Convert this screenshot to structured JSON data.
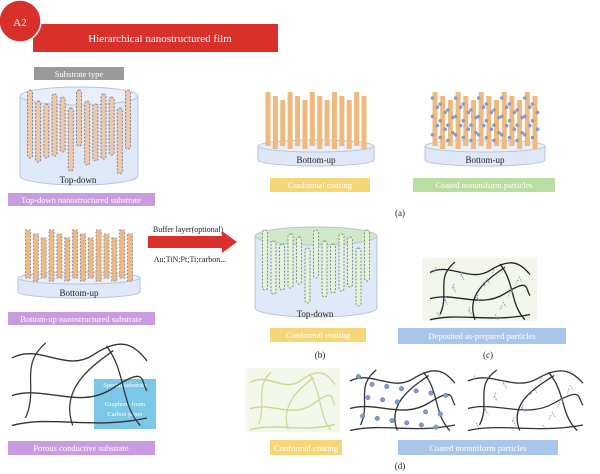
{
  "badge": "A2",
  "banner_title": "Hierarchical nanostructured film",
  "colors": {
    "red": "#d9302c",
    "purple": "#c99be0",
    "yellow": "#f5d77a",
    "green": "#b9dea0",
    "blue": "#a9c6e8",
    "gray": "#9a9a9a",
    "cyan": "#7cc6e8"
  },
  "substrate_type_label": "Substrate type",
  "substrates": {
    "top_down": {
      "cylinder_text": "Top-down",
      "label": "Top-down nanostructured substrate"
    },
    "bottom_up": {
      "cylinder_text": "Bottom-up",
      "label": "Bottom-up nanostructured substrate"
    },
    "porous": {
      "label": "Porous conductive substrate",
      "box_lines": [
        "Special substrate",
        "Graphene foam",
        "Carbon paper"
      ]
    }
  },
  "arrow": {
    "above": "Buffer layer(optional)",
    "below": "Au;TiN;Pt;Ti;carbon..."
  },
  "panel_a": {
    "tag": "(a)",
    "left": {
      "cylinder_text": "Bottom-up",
      "label": "Conformal coating"
    },
    "right": {
      "cylinder_text": "Bottom-up",
      "label": "Coated nonuniform particles"
    }
  },
  "panel_b": {
    "tag": "(b)",
    "cylinder_text": "Top-down",
    "label": "Conformal coating"
  },
  "panel_c": {
    "tag": "(c)",
    "label": "Deposited as-prepared particles"
  },
  "panel_d": {
    "tag": "(d)",
    "left_label": "Conformal coating",
    "right_label": "Coated nonuniform particles"
  }
}
